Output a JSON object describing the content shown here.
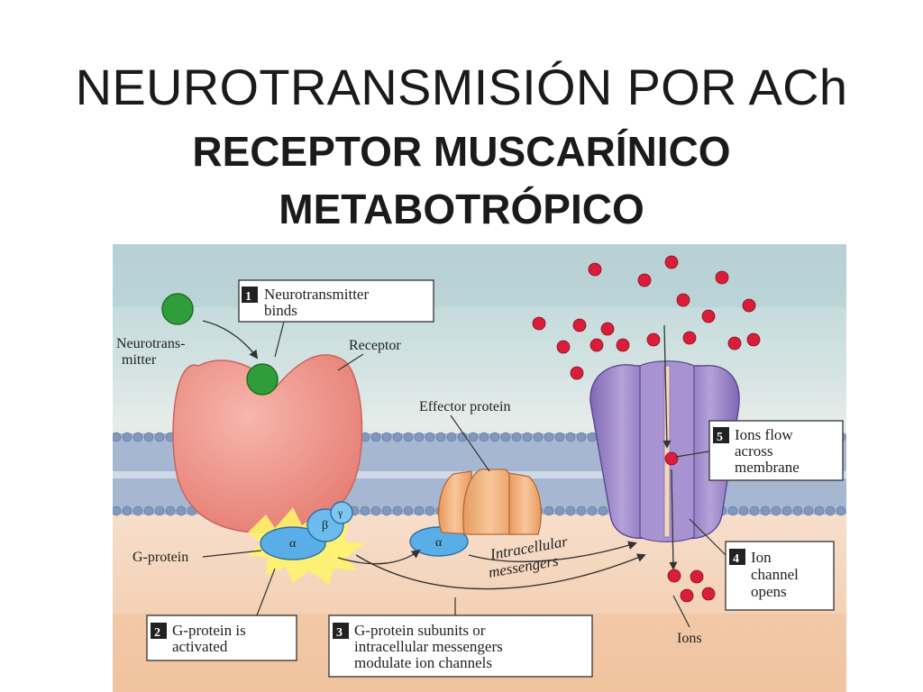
{
  "title": {
    "line1": "NEUROTRANSMISIÓN POR ACh",
    "line2": "RECEPTOR MUSCARÍNICO",
    "line3": "METABOTRÓPICO"
  },
  "figure": {
    "labels": {
      "neurotransmitter_line1": "Neurotrans-",
      "neurotransmitter_line2": "mitter",
      "receptor": "Receptor",
      "effector_protein": "Effector protein",
      "g_protein": "G-protein",
      "intracellular_line1": "Intracellular",
      "intracellular_line2": "messengers",
      "ions": "Ions",
      "alpha": "α",
      "beta": "β",
      "gamma": "γ"
    },
    "steps": [
      {
        "number": "1",
        "line1": "Neurotransmitter",
        "line2": "binds",
        "line3": ""
      },
      {
        "number": "2",
        "line1": "G-protein is",
        "line2": "activated",
        "line3": ""
      },
      {
        "number": "3",
        "line1": "G-protein subunits or",
        "line2": "intracellular messengers",
        "line3": "modulate ion channels"
      },
      {
        "number": "4",
        "line1": "Ion",
        "line2": "channel",
        "line3": "opens"
      },
      {
        "number": "5",
        "line1": "Ions flow",
        "line2": "across",
        "line3": "membrane"
      }
    ],
    "colors": {
      "receptor": "#f29a90",
      "neurotransmitter": "#2f9e3a",
      "g_protein": "#5aaee8",
      "effector": "#f0b27a",
      "channel": "#9b85c7",
      "ions": "#d81e3a",
      "membrane": "#8fa6c4"
    }
  }
}
